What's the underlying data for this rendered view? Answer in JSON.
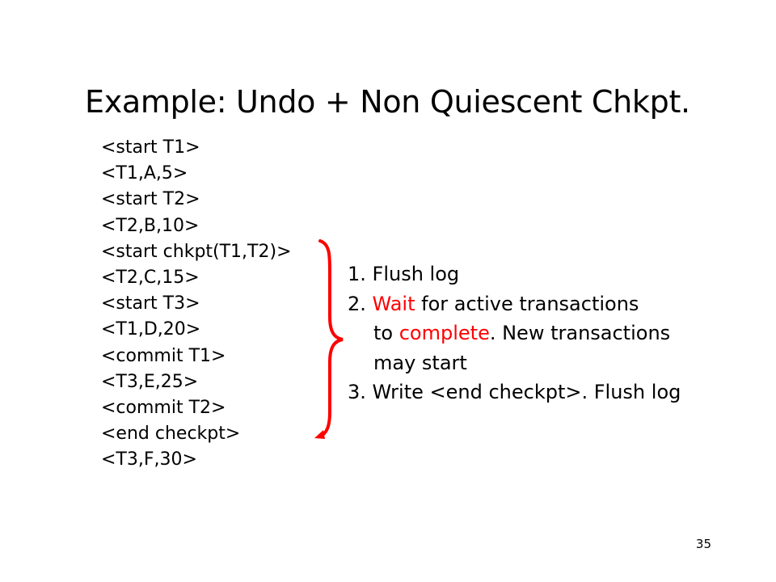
{
  "slide": {
    "title": "Example: Undo + Non Quiescent Chkpt.",
    "log_entries": [
      "<start T1>",
      "<T1,A,5>",
      "<start T2>",
      "<T2,B,10>",
      "<start chkpt(T1,T2)>",
      "<T2,C,15>",
      "<start T3>",
      "<T1,D,20>",
      "<commit T1>",
      "<T3,E,25>",
      "<commit T2>",
      "<end checkpt>",
      "<T3,F,30>"
    ],
    "steps": {
      "step1": "1. Flush log",
      "step2_prefix": "2. ",
      "step2_wait": "Wait",
      "step2_rest": " for active transactions",
      "step2_line2_prefix": "to ",
      "step2_complete": "complete",
      "step2_line2_rest": ". New transactions",
      "step2_line3": "may start",
      "step3": "3. Write <end checkpt>. Flush log"
    },
    "page_number": "35",
    "accent_color": "#ff0000",
    "brace_icon": "curly-brace-arrow-icon"
  }
}
